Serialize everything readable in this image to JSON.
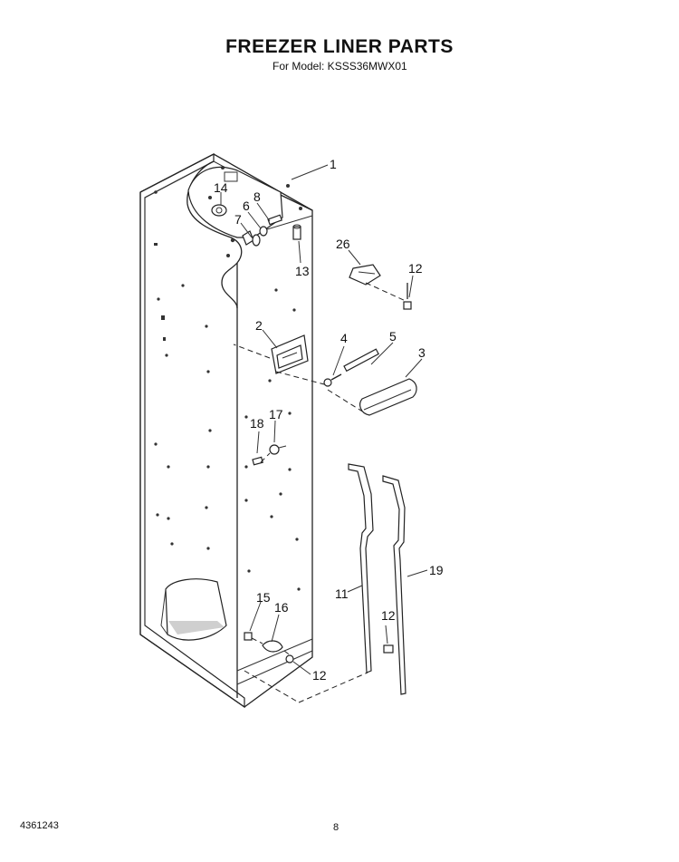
{
  "header": {
    "title": "FREEZER LINER PARTS",
    "model_line": "For Model: KSSS36MWX01"
  },
  "callouts": {
    "c1": "1",
    "c2": "2",
    "c3": "3",
    "c4": "4",
    "c5": "5",
    "c6": "6",
    "c7": "7",
    "c8": "8",
    "c11": "11",
    "c12a": "12",
    "c12b": "12",
    "c12c": "12",
    "c13": "13",
    "c14": "14",
    "c15": "15",
    "c16": "16",
    "c17": "17",
    "c18": "18",
    "c19": "19",
    "c26": "26"
  },
  "footer": {
    "doc_number": "4361243",
    "page_number": "8"
  }
}
